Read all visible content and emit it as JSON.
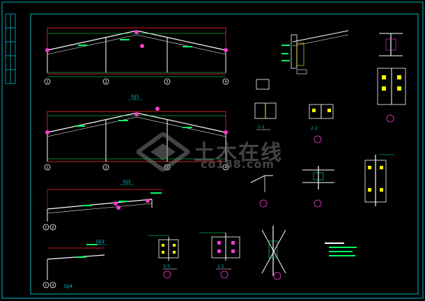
{
  "drawing": {
    "frame_color": "#00b8c8",
    "line_color": "#ffffff",
    "dim_color": "#00ff66",
    "accent_color": "#ff3bd0",
    "section_red": "#ff2a2a"
  },
  "frames": [
    {
      "label": "GJ1",
      "axes": [
        "1",
        "2",
        "3",
        "4"
      ]
    },
    {
      "label": "GJ2",
      "axes": [
        "1",
        "2",
        "3",
        "4"
      ]
    },
    {
      "label": "GJ3",
      "axes": [
        "1",
        "2"
      ]
    },
    {
      "label": "GJ4",
      "axes": [
        "1",
        "2"
      ]
    }
  ],
  "sections": [
    {
      "label": "1-1"
    },
    {
      "label": "2-2"
    },
    {
      "label": "3-3"
    },
    {
      "label": "1-1"
    }
  ],
  "watermark": {
    "title": "土木在线",
    "subtitle": "co188.com"
  }
}
